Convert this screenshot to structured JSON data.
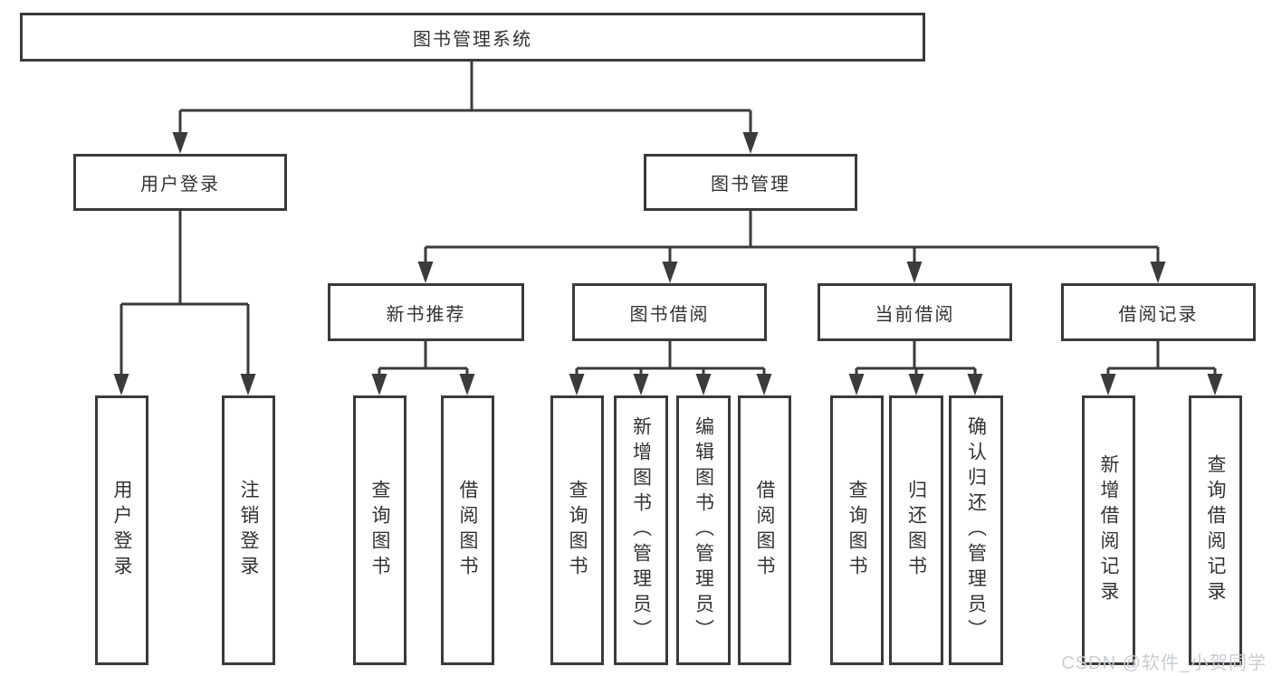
{
  "diagram": {
    "root_label": "图书管理系统",
    "level1": {
      "user_login": "用户登录",
      "book_mgmt": "图书管理"
    },
    "level2": {
      "new_book_rec": "新书推荐",
      "book_borrow": "图书借阅",
      "current_borrow": "当前借阅",
      "borrow_record": "借阅记录"
    },
    "leaves": {
      "user_login": "用户登录",
      "logout": "注销登录",
      "query_book_a": "查询图书",
      "borrow_book_a": "借阅图书",
      "query_book_b": "查询图书",
      "add_book_admin": "新增图书（管理员）",
      "edit_book_admin": "编辑图书（管理员）",
      "borrow_book_b": "借阅图书",
      "query_book_c": "查询图书",
      "return_book": "归还图书",
      "confirm_return_admin": "确认归还（管理员）",
      "add_borrow_record": "新增借阅记录",
      "query_borrow_record": "查询借阅记录"
    }
  },
  "watermark": {
    "text": "CSDN @软件_小贺同学"
  },
  "colors": {
    "line": "#3b3b3b",
    "text": "#333333",
    "background": "#ffffff",
    "watermark": "#c9cdd2"
  }
}
